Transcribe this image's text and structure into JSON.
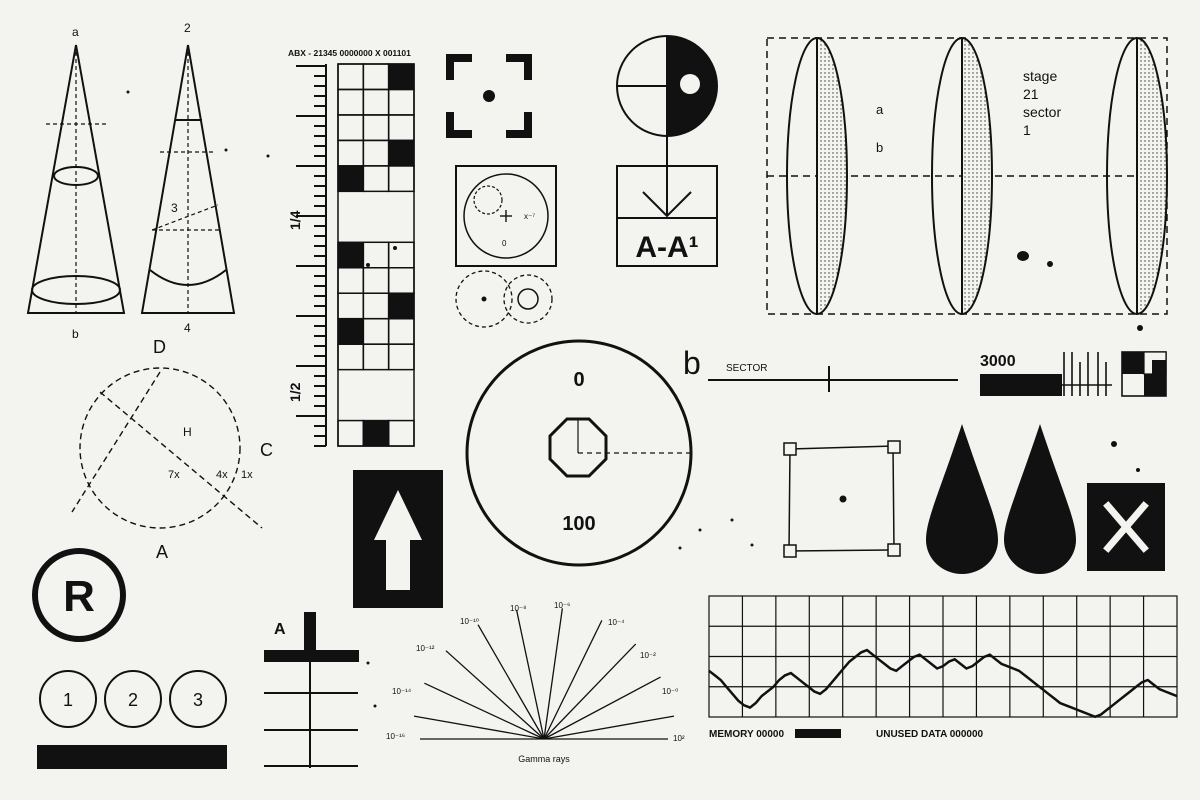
{
  "cones": {
    "cone_a": {
      "top": "a",
      "bottom": "b"
    },
    "cone_b": {
      "top": "2",
      "bottom": "4",
      "mid": "3"
    }
  },
  "circle_diagram": {
    "top": "D",
    "right": "C",
    "bottom": "A",
    "center": "H",
    "mark_1": "7x",
    "mark_2": "4x",
    "mark_3": "1x"
  },
  "registered_mark": "R",
  "circles_123": [
    "1",
    "2",
    "3"
  ],
  "ruler": {
    "header": "ABX - 21345 0000000 X 001101",
    "label_quarter": "1/4",
    "label_half": "1/2"
  },
  "small_circle_box": {
    "mark": "x⁻⁷",
    "zero": "0"
  },
  "section": {
    "label": "A-A¹"
  },
  "dial": {
    "top": "0",
    "bottom": "100"
  },
  "spectrum": {
    "title": "Gamma rays",
    "left_labels": [
      "10⁻¹⁶",
      "10⁻¹⁴",
      "10⁻¹²",
      "10⁻¹⁰",
      "10⁻⁸"
    ],
    "right_labels": [
      "10⁻⁶",
      "10⁻⁴",
      "10⁻²",
      "10⁻⁰",
      "10²"
    ]
  },
  "ellipses_panel": {
    "label_a": "a",
    "label_b": "b",
    "stage": "stage",
    "stage_num": "21",
    "sector": "sector",
    "sector_num": "1"
  },
  "sector_scale": {
    "big": "b",
    "label": "SECTOR"
  },
  "counter": {
    "value": "3000"
  },
  "waveform": {
    "memory": "MEMORY 00000",
    "unused": "UNUSED DATA 000000",
    "values": [
      48,
      44,
      40,
      34,
      28,
      22,
      18,
      16,
      20,
      26,
      30,
      34,
      40,
      44,
      46,
      42,
      38,
      34,
      30,
      28,
      32,
      38,
      44,
      50,
      56,
      60,
      64,
      66,
      62,
      58,
      54,
      50,
      48,
      52,
      56,
      60,
      62,
      58,
      54,
      50,
      52,
      56,
      58,
      54,
      50,
      52,
      56,
      60,
      62,
      58,
      54,
      52,
      50,
      48,
      44,
      40,
      36,
      32,
      28,
      24,
      20,
      18,
      16,
      14,
      12,
      10,
      8,
      10,
      14,
      18,
      22,
      26,
      30,
      34,
      38,
      40,
      36,
      32,
      30,
      28,
      26
    ]
  },
  "mini_t": {
    "label": "A"
  }
}
